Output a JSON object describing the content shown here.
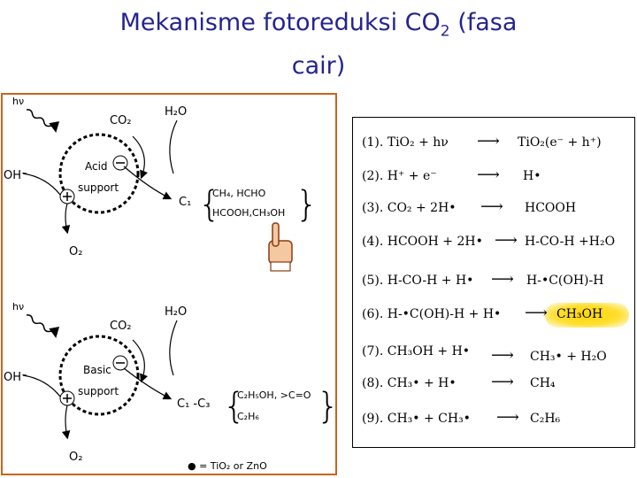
{
  "title": {
    "line1_pre": "Mekanisme fotoreduksi CO",
    "line1_sub": "2",
    "line1_post": " (fasa",
    "line2": "cair)"
  },
  "figure": {
    "frame_color": "#c8641e",
    "top_panel": {
      "hv": "hν",
      "h2o": "H₂O",
      "co2": "CO₂",
      "oh": "OH⁻",
      "ring_line1": "Acid",
      "ring_line2": "support",
      "c1": "C₁",
      "products_line1": "CH₄, HCHO",
      "products_line2": "HCOOH,CH₃OH",
      "o2": "O₂"
    },
    "bottom_panel": {
      "hv": "hν",
      "h2o": "H₂O",
      "co2": "CO₂",
      "oh": "OH⁻",
      "ring_line1": "Basic",
      "ring_line2": "support",
      "c": "C₁ -C₃",
      "products_line1": "C₂H₅OH, >C=O",
      "products_line2": "C₂H₆",
      "o2": "O₂"
    },
    "legend": "● = TiO₂ or ZnO"
  },
  "reactions": [
    {
      "lhs": "(1). TiO₂ + hν",
      "rhs": "TiO₂(e⁻ + h⁺)"
    },
    {
      "lhs": "(2). H⁺ + e⁻",
      "rhs": "H•"
    },
    {
      "lhs": "(3). CO₂ + 2H•",
      "rhs": "HCOOH"
    },
    {
      "lhs": "(4). HCOOH + 2H•",
      "rhs": "H-CO-H +H₂O"
    },
    {
      "lhs": "(5). H-CO-H + H•",
      "rhs": "H-•C(OH)-H"
    },
    {
      "lhs": "(6). H-•C(OH)-H + H•",
      "rhs": "CH₃OH"
    },
    {
      "lhs": "(7). CH₃OH + H•",
      "rhs": "CH₃• + H₂O"
    },
    {
      "lhs": "(8). CH₃• + H•",
      "rhs": "CH₄"
    },
    {
      "lhs": "(9). CH₃• + CH₃•",
      "rhs": "C₂H₆"
    }
  ],
  "highlight_color": "#ffd700"
}
